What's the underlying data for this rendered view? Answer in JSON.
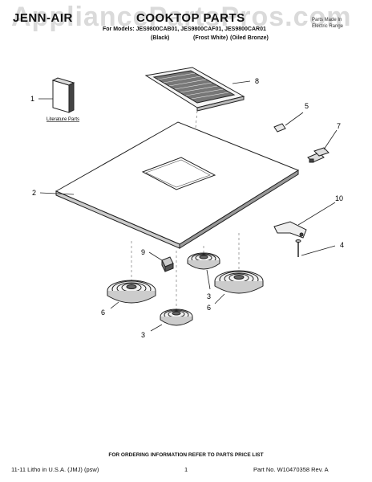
{
  "header": {
    "brand": "JENN-AIR",
    "title": "COOKTOP PARTS",
    "models": "For Models: JES9800CAB01, JES9800CAF01, JES9800CAR01",
    "variants": [
      "(Black)",
      "(Frost White)",
      "(Oiled Bronze)"
    ],
    "badge": [
      "Parts Made In",
      "Electric Range"
    ]
  },
  "watermark": "AppliancePartsPros.com",
  "diagram": {
    "literature_label": "Literature Parts",
    "callouts": {
      "c1": "1",
      "c2": "2",
      "c3a": "3",
      "c3b": "3",
      "c4": "4",
      "c5": "5",
      "c6a": "6",
      "c6b": "6",
      "c7": "7",
      "c8": "8",
      "c9": "9",
      "c10": "10"
    }
  },
  "footer": {
    "ordering": "FOR ORDERING INFORMATION REFER TO PARTS PRICE LIST",
    "litho": "11-11 Litho in U.S.A. (JMJ) (psw)",
    "page": "1",
    "part_no": "Part No. W10470358 Rev. A"
  }
}
